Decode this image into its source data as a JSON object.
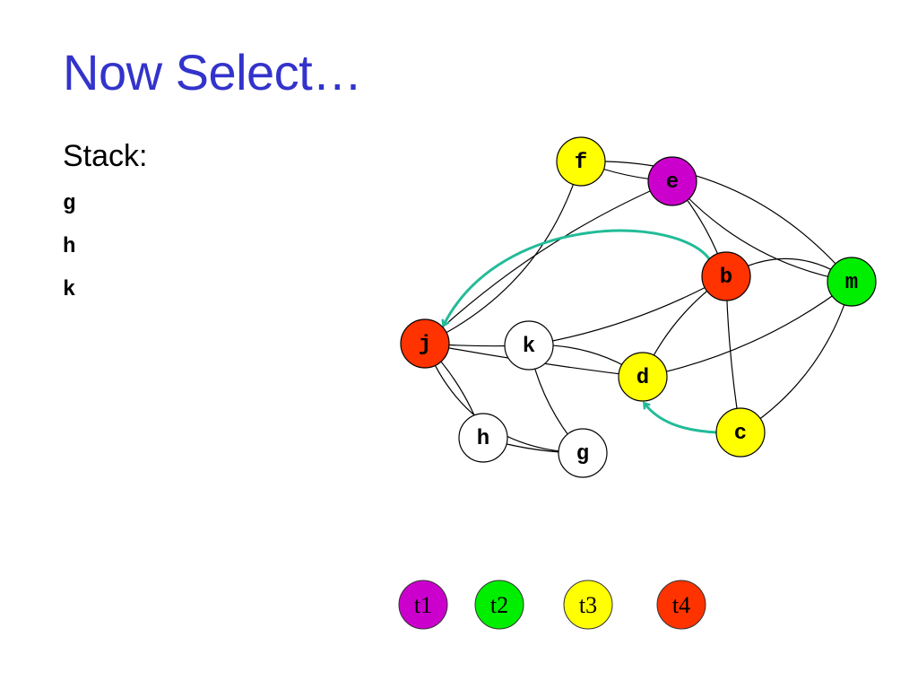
{
  "slide": {
    "title": "Now Select…",
    "stack_label": "Stack:",
    "stack": [
      "g",
      "h",
      "k"
    ]
  },
  "colors": {
    "title": "#3333cc",
    "t1": "#cc00cc",
    "t2": "#00ee00",
    "t3": "#ffff00",
    "t4": "#ff3300",
    "uncolored": "#ffffff",
    "arrow": "#22bb99"
  },
  "graph": {
    "nodes": [
      {
        "id": "f",
        "label": "f",
        "color_key": "t3"
      },
      {
        "id": "e",
        "label": "e",
        "color_key": "t1"
      },
      {
        "id": "b",
        "label": "b",
        "color_key": "t4"
      },
      {
        "id": "m",
        "label": "m",
        "color_key": "t2"
      },
      {
        "id": "j",
        "label": "j",
        "color_key": "t4"
      },
      {
        "id": "k",
        "label": "k",
        "color_key": "uncolored"
      },
      {
        "id": "d",
        "label": "d",
        "color_key": "t3"
      },
      {
        "id": "c",
        "label": "c",
        "color_key": "t3"
      },
      {
        "id": "h",
        "label": "h",
        "color_key": "uncolored"
      },
      {
        "id": "g",
        "label": "g",
        "color_key": "uncolored"
      }
    ],
    "edges": [
      [
        "f",
        "j"
      ],
      [
        "f",
        "e"
      ],
      [
        "f",
        "m"
      ],
      [
        "e",
        "j"
      ],
      [
        "e",
        "b"
      ],
      [
        "e",
        "m"
      ],
      [
        "b",
        "k"
      ],
      [
        "b",
        "d"
      ],
      [
        "b",
        "c"
      ],
      [
        "b",
        "m"
      ],
      [
        "m",
        "d"
      ],
      [
        "m",
        "c"
      ],
      [
        "j",
        "k"
      ],
      [
        "j",
        "d"
      ],
      [
        "j",
        "h"
      ],
      [
        "j",
        "g"
      ],
      [
        "k",
        "d"
      ],
      [
        "k",
        "g"
      ],
      [
        "h",
        "g"
      ]
    ],
    "highlight_arrows": [
      {
        "from": "b",
        "to": "j"
      },
      {
        "from": "c",
        "to": "d"
      }
    ]
  },
  "legend": [
    {
      "label": "t1",
      "color_key": "t1"
    },
    {
      "label": "t2",
      "color_key": "t2"
    },
    {
      "label": "t3",
      "color_key": "t3"
    },
    {
      "label": "t4",
      "color_key": "t4"
    }
  ]
}
